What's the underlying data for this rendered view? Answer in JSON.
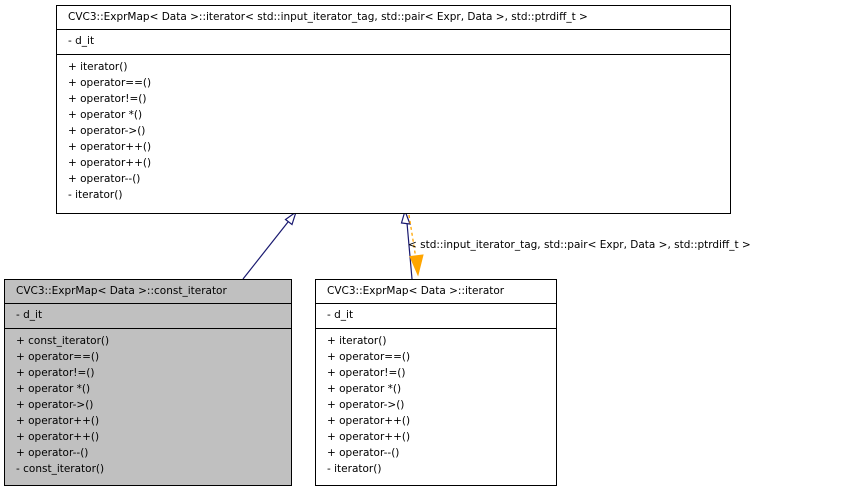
{
  "diagram": {
    "kind": "uml-class-inheritance-diagram",
    "background": "#ffffff",
    "colors": {
      "node_border": "#000000",
      "node_fill": "#ffffff",
      "highlight_fill": "#c0c0c0",
      "inheritance_edge": "#191970",
      "template_edge": "#ffa500",
      "text": "#000000"
    }
  },
  "nodes": {
    "base": {
      "title": "CVC3::ExprMap< Data >::iterator< std::input_iterator_tag, std::pair< Expr, Data >, std::ptrdiff_t >",
      "attributes": [
        "- d_it"
      ],
      "methods": [
        "+ iterator()",
        "+ operator==()",
        "+ operator!=()",
        "+ operator *()",
        "+ operator->()",
        "+ operator++()",
        "+ operator++()",
        "+ operator--()",
        "- iterator()"
      ]
    },
    "const_iterator": {
      "title": "CVC3::ExprMap< Data >::const_iterator",
      "attributes": [
        "- d_it"
      ],
      "methods": [
        "+ const_iterator()",
        "+ operator==()",
        "+ operator!=()",
        "+ operator *()",
        "+ operator->()",
        "+ operator++()",
        "+ operator++()",
        "+ operator--()",
        "- const_iterator()"
      ]
    },
    "iterator": {
      "title": "CVC3::ExprMap< Data >::iterator",
      "attributes": [
        "- d_it"
      ],
      "methods": [
        "+ iterator()",
        "+ operator==()",
        "+ operator!=()",
        "+ operator *()",
        "+ operator->()",
        "+ operator++()",
        "+ operator++()",
        "+ operator--()",
        "- iterator()"
      ]
    }
  },
  "edges": {
    "template_binding_label": "< std::input_iterator_tag, std::pair< Expr, Data >, std::ptrdiff_t >"
  }
}
